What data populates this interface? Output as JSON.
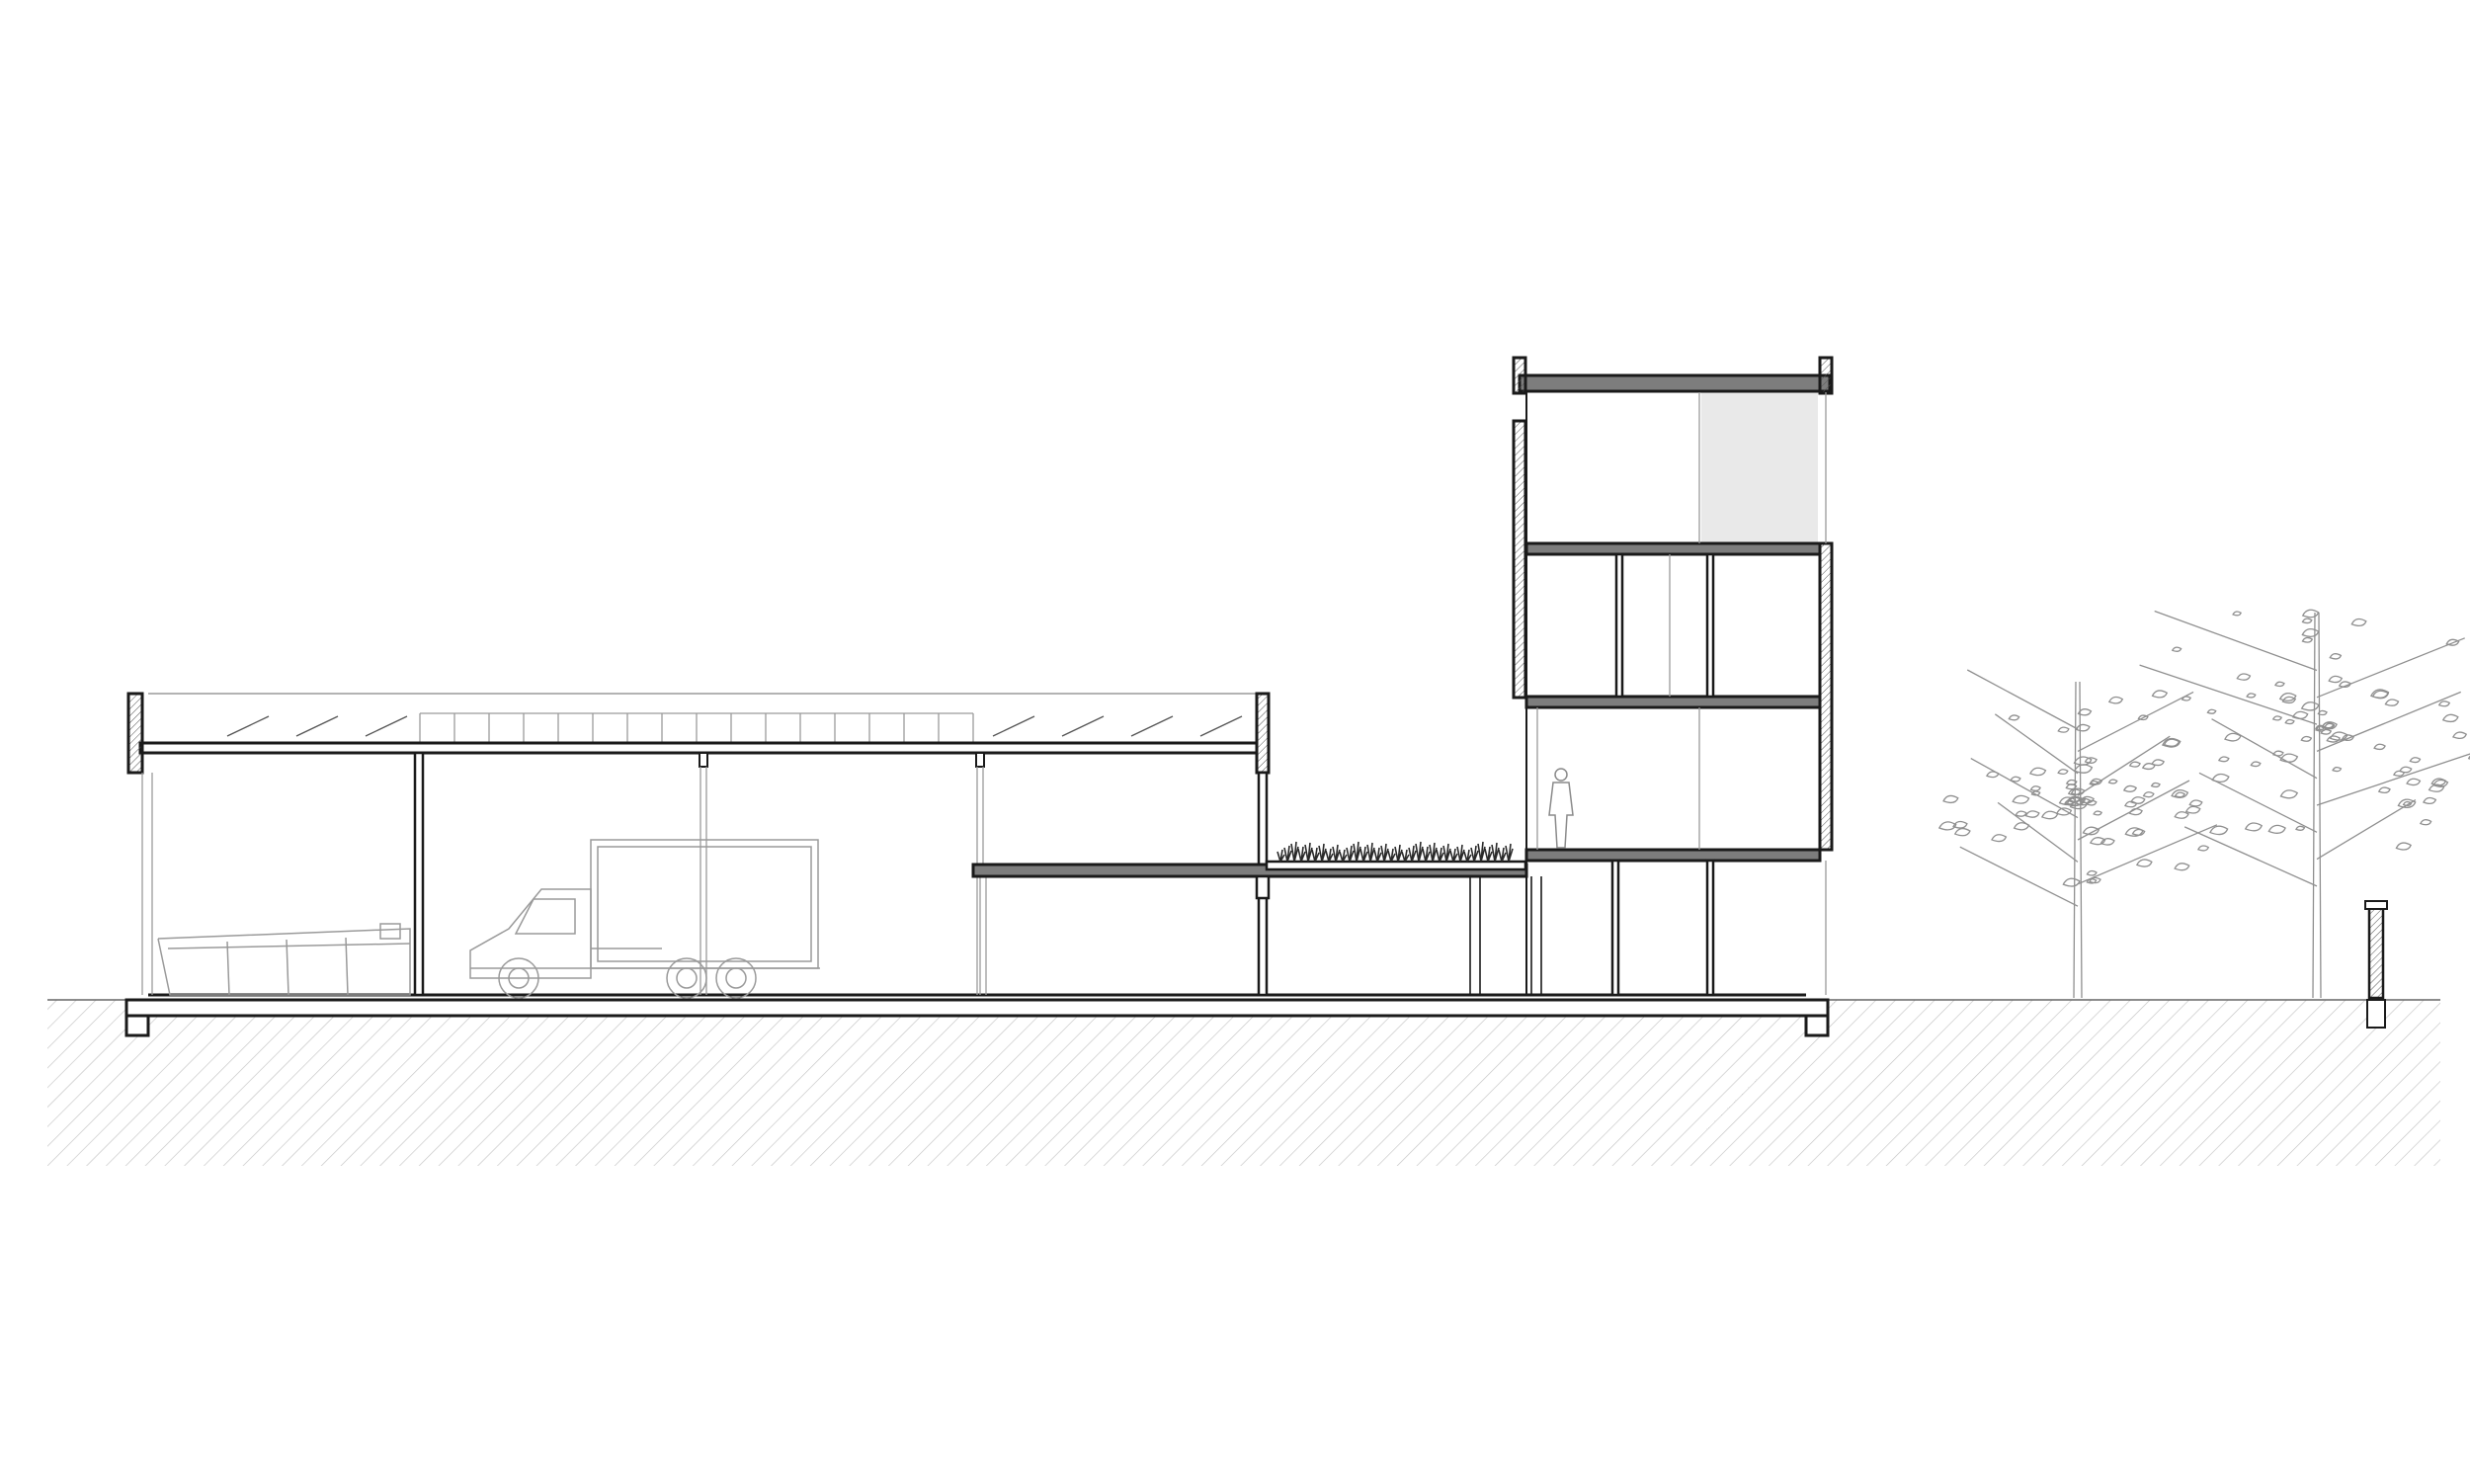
{
  "drawing": {
    "type": "architectural-section",
    "background": "#ffffff",
    "line_color": "#1a1a1a",
    "thin_line_color": "#9a9a9a",
    "ground_hatch_color": "#b8b8b8",
    "shaded_room_color": "#e9e9e9",
    "slab_fill_color": "#7d7d7d",
    "volumes": [
      {
        "name": "low-hall",
        "storeys": 1
      },
      {
        "name": "connector-terrace",
        "storeys": 1
      },
      {
        "name": "tower",
        "storeys": 4
      }
    ],
    "entourage": [
      {
        "icon": "truck-icon"
      },
      {
        "icon": "skip-container-icon"
      },
      {
        "icon": "person-icon"
      },
      {
        "icon": "tree-icon",
        "count": 2
      },
      {
        "icon": "bollard-icon"
      },
      {
        "icon": "green-roof-plants-icon"
      }
    ]
  }
}
